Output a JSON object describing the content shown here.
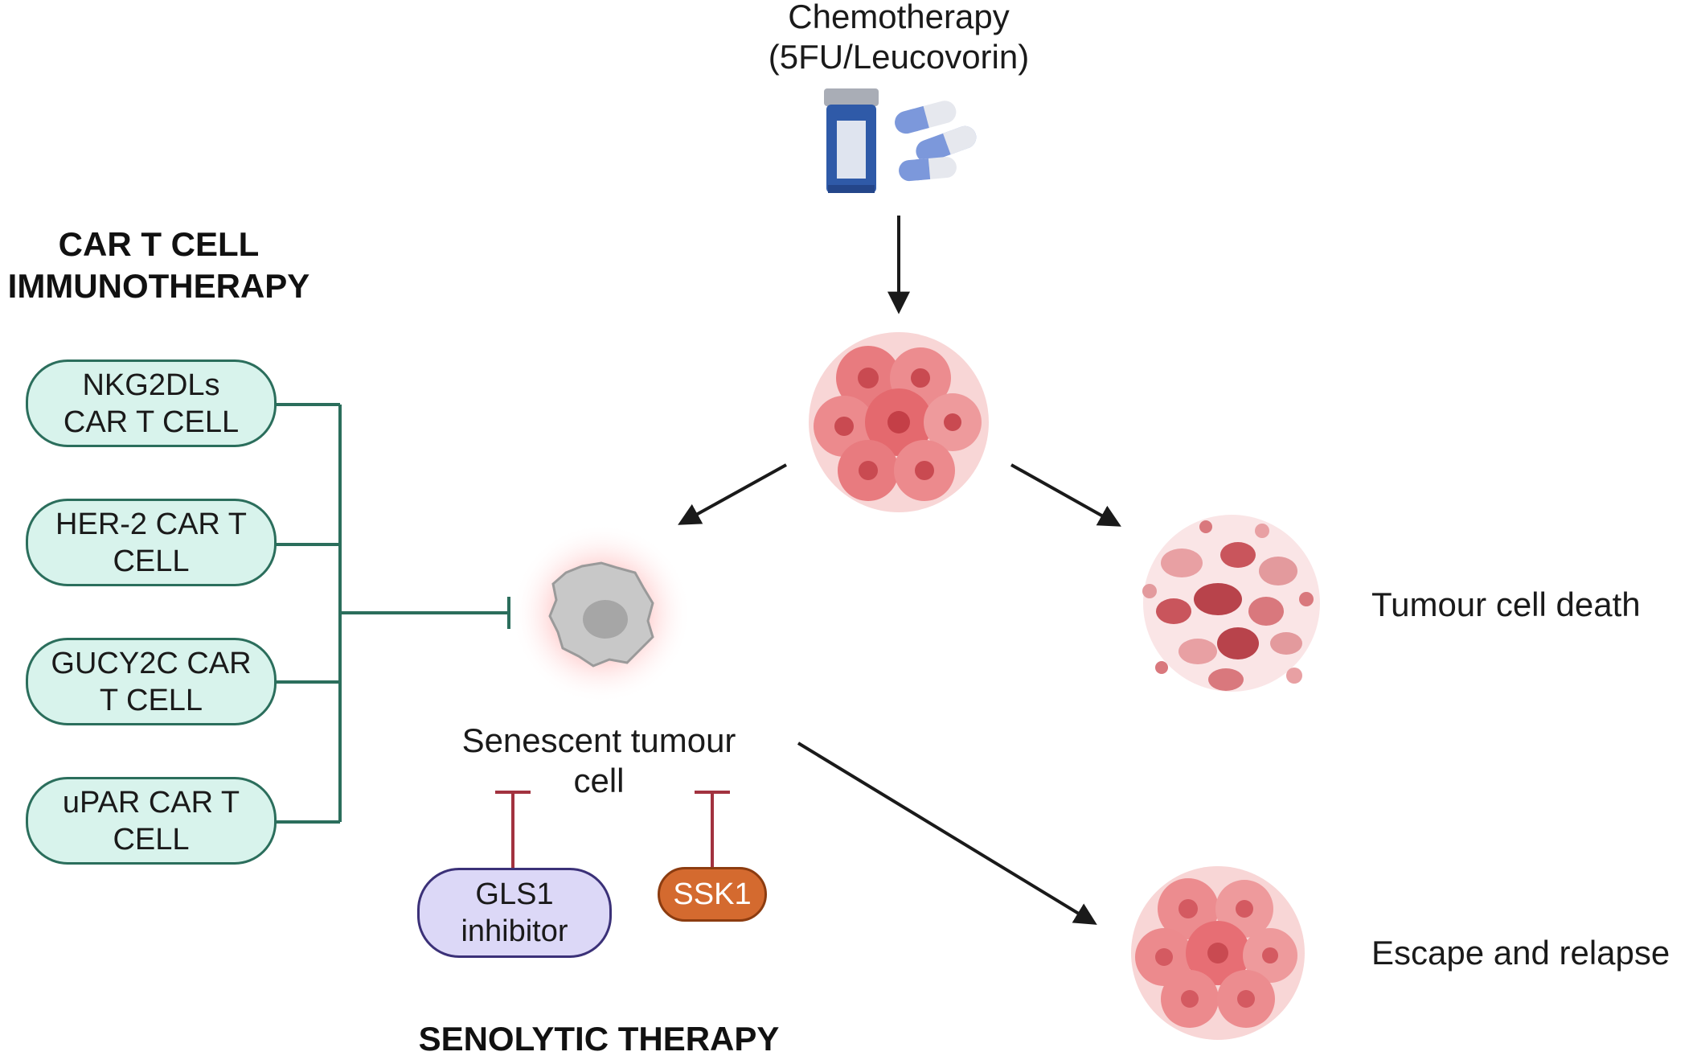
{
  "chemo": {
    "line1": "Chemotherapy",
    "line2": "(5FU/Leucovorin)"
  },
  "car_t": {
    "heading_line1": "CAR T CELL",
    "heading_line2": "IMMUNOTHERAPY",
    "cells": [
      "NKG2DLs\nCAR T CELL",
      "HER-2 CAR T\nCELL",
      "GUCY2C CAR\nT CELL",
      "uPAR CAR T\nCELL"
    ]
  },
  "senescent": {
    "line1": "Senescent tumour",
    "line2": "cell"
  },
  "senolytic": {
    "gls1": "GLS1\ninhibitor",
    "ssk1": "SSK1",
    "heading": "SENOLYTIC THERAPY"
  },
  "outcomes": {
    "death": "Tumour cell death",
    "relapse": "Escape and relapse"
  },
  "colors": {
    "car_t_line": "#2b6e5c",
    "car_t_fill": "#d8f3ec",
    "senolytic_line": "#a2323f",
    "gls1_fill": "#dcd8f7",
    "gls1_border": "#3b3178",
    "ssk1_fill": "#d46a2f",
    "ssk1_border": "#8c3c10",
    "arrow": "#1a1a1a"
  }
}
